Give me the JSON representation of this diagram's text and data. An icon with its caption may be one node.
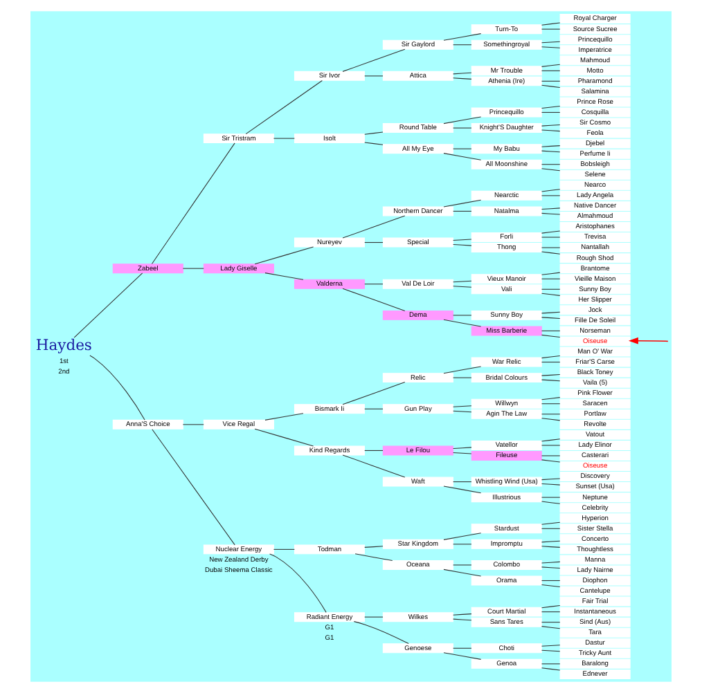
{
  "diagram": {
    "nodes": [
      {
        "text": [
          "Haydes"
        ]
      },
      {
        "text": [
          "Zabeel"
        ]
      },
      {
        "text": [
          "Anna'S Choice"
        ]
      },
      {
        "text": [
          "Sir Tristram"
        ]
      },
      {
        "text": [
          "Lady Giselle"
        ]
      },
      {
        "text": [
          "Vice Regal"
        ]
      },
      {
        "text": [
          "Nuclear Energy"
        ]
      },
      {
        "text": [
          "Sir Ivor"
        ]
      },
      {
        "text": [
          "Isolt"
        ]
      },
      {
        "text": [
          "Nureyev"
        ]
      },
      {
        "text": [
          "Valderna"
        ]
      },
      {
        "text": [
          "Bismark Ii"
        ]
      },
      {
        "text": [
          "Kind Regards"
        ]
      },
      {
        "text": [
          "Todman"
        ]
      },
      {
        "text": [
          "Radiant Energy"
        ]
      },
      {
        "text": [
          "Sir Gaylord"
        ]
      },
      {
        "text": [
          "Attica"
        ]
      },
      {
        "text": [
          "Round Table"
        ]
      },
      {
        "text": [
          "All My Eye"
        ]
      },
      {
        "text": [
          "Northern Dancer"
        ]
      },
      {
        "text": [
          "Special"
        ]
      },
      {
        "text": [
          "Val De Loir"
        ]
      },
      {
        "text": [
          "Dema"
        ]
      },
      {
        "text": [
          "Relic"
        ]
      },
      {
        "text": [
          "Gun Play"
        ]
      },
      {
        "text": [
          "Le Filou"
        ]
      },
      {
        "text": [
          "Waft"
        ]
      },
      {
        "text": [
          "Star Kingdom"
        ]
      },
      {
        "text": [
          "Oceana"
        ]
      },
      {
        "text": [
          "Wilkes"
        ]
      },
      {
        "text": [
          "Genoese"
        ]
      },
      {
        "text": [
          "Turn-To"
        ]
      },
      {
        "text": [
          "Somethingroyal"
        ]
      },
      {
        "text": [
          "Mr Trouble"
        ]
      },
      {
        "text": [
          "Athenia (Ire)"
        ]
      },
      {
        "text": [
          "Princequillo"
        ]
      },
      {
        "text": [
          "Knight'S Daughter"
        ]
      },
      {
        "text": [
          "My Babu"
        ]
      },
      {
        "text": [
          "All Moonshine"
        ]
      },
      {
        "text": [
          "Nearctic"
        ]
      },
      {
        "text": [
          "Natalma"
        ]
      },
      {
        "text": [
          "Forli"
        ]
      },
      {
        "text": [
          "Thong"
        ]
      },
      {
        "text": [
          "Vieux Manoir"
        ]
      },
      {
        "text": [
          "Vali"
        ]
      },
      {
        "text": [
          "Sunny Boy"
        ]
      },
      {
        "text": [
          "Miss Barberie"
        ]
      },
      {
        "text": [
          "War Relic"
        ]
      },
      {
        "text": [
          "Bridal Colours"
        ]
      },
      {
        "text": [
          "Willwyn"
        ]
      },
      {
        "text": [
          "Agin The Law"
        ]
      },
      {
        "text": [
          "Vatellor"
        ]
      },
      {
        "text": [
          "Fileuse"
        ]
      },
      {
        "text": [
          "Whistling Wind (Usa)"
        ]
      },
      {
        "text": [
          "Illustrious"
        ]
      },
      {
        "text": [
          "Stardust"
        ]
      },
      {
        "text": [
          "Impromptu"
        ]
      },
      {
        "text": [
          "Colombo"
        ]
      },
      {
        "text": [
          "Orama"
        ]
      },
      {
        "text": [
          "Court Martial"
        ]
      },
      {
        "text": [
          "Sans Tares"
        ]
      },
      {
        "text": [
          "Choti"
        ]
      },
      {
        "text": [
          "Genoa"
        ]
      },
      {
        "text": [
          "Royal Charger"
        ]
      },
      {
        "text": [
          "Source Sucree"
        ]
      },
      {
        "text": [
          "Princequillo"
        ]
      },
      {
        "text": [
          "Imperatrice"
        ]
      },
      {
        "text": [
          "Mahmoud"
        ]
      },
      {
        "text": [
          "Motto"
        ]
      },
      {
        "text": [
          "Pharamond"
        ]
      },
      {
        "text": [
          "Salamina"
        ]
      },
      {
        "text": [
          "Prince Rose"
        ]
      },
      {
        "text": [
          "Cosquilla"
        ]
      },
      {
        "text": [
          "Sir Cosmo"
        ]
      },
      {
        "text": [
          "Feola"
        ]
      },
      {
        "text": [
          "Djebel"
        ]
      },
      {
        "text": [
          "Perfume Ii"
        ]
      },
      {
        "text": [
          "Bobsleigh"
        ]
      },
      {
        "text": [
          "Selene"
        ]
      },
      {
        "text": [
          "Nearco"
        ]
      },
      {
        "text": [
          "Lady Angela"
        ]
      },
      {
        "text": [
          "Native Dancer"
        ]
      },
      {
        "text": [
          "Almahmoud"
        ]
      },
      {
        "text": [
          "Aristophanes"
        ]
      },
      {
        "text": [
          "Trevisa"
        ]
      },
      {
        "text": [
          "Nantallah"
        ]
      },
      {
        "text": [
          "Rough Shod"
        ]
      },
      {
        "text": [
          "Brantome"
        ]
      },
      {
        "text": [
          "Vieille Maison"
        ]
      },
      {
        "text": [
          "Sunny Boy"
        ]
      },
      {
        "text": [
          "Her Slipper"
        ]
      },
      {
        "text": [
          "Jock"
        ]
      },
      {
        "text": [
          "Fille De Soleil"
        ]
      },
      {
        "text": [
          "Norseman"
        ]
      },
      {
        "text": [
          "Oiseuse"
        ]
      },
      {
        "text": [
          "Man O' War"
        ]
      },
      {
        "text": [
          "Friar'S Carse"
        ]
      },
      {
        "text": [
          "Black Toney"
        ]
      },
      {
        "text": [
          "Vaila (5)"
        ]
      },
      {
        "text": [
          "Pink Flower"
        ]
      },
      {
        "text": [
          "Saracen"
        ]
      },
      {
        "text": [
          "Portlaw"
        ]
      },
      {
        "text": [
          "Revolte"
        ]
      },
      {
        "text": [
          "Vatout"
        ]
      },
      {
        "text": [
          "Lady Elinor"
        ]
      },
      {
        "text": [
          "Casterari"
        ]
      },
      {
        "text": [
          "Oiseuse"
        ]
      },
      {
        "text": [
          "Discovery"
        ]
      },
      {
        "text": [
          "Sunset (Usa)"
        ]
      },
      {
        "text": [
          "Neptune"
        ]
      },
      {
        "text": [
          "Celebrity"
        ]
      },
      {
        "text": [
          "Hyperion"
        ]
      },
      {
        "text": [
          "Sister Stella"
        ]
      },
      {
        "text": [
          "Concerto"
        ]
      },
      {
        "text": [
          "Thoughtless"
        ]
      },
      {
        "text": [
          "Manna"
        ]
      },
      {
        "text": [
          "Lady Nairne"
        ]
      },
      {
        "text": [
          "Diophon"
        ]
      },
      {
        "text": [
          "Cantelupe"
        ]
      },
      {
        "text": [
          "Fair Trial"
        ]
      },
      {
        "text": [
          "Instantaneous"
        ]
      },
      {
        "text": [
          "Sind (Aus)"
        ]
      },
      {
        "text": [
          "Tara"
        ]
      },
      {
        "text": [
          "Dastur"
        ]
      },
      {
        "text": [
          "Tricky Aunt"
        ]
      },
      {
        "text": [
          "Baralong"
        ]
      },
      {
        "text": [
          "Ednever"
        ]
      }
    ],
    "edges": [
      {
        "from": 0,
        "to": 1,
        "arrow": "none"
      },
      {
        "from": 0,
        "to": 2,
        "arrow": "none"
      },
      {
        "from": 1,
        "to": 3,
        "arrow": "none"
      },
      {
        "from": 1,
        "to": 4,
        "arrow": "none"
      },
      {
        "from": 2,
        "to": 5,
        "arrow": "none"
      },
      {
        "from": 2,
        "to": 6,
        "arrow": "none"
      },
      {
        "from": 3,
        "to": 7,
        "arrow": "none"
      },
      {
        "from": 3,
        "to": 8,
        "arrow": "none"
      },
      {
        "from": 4,
        "to": 9,
        "arrow": "none"
      },
      {
        "from": 4,
        "to": 10,
        "arrow": "none"
      },
      {
        "from": 5,
        "to": 11,
        "arrow": "none"
      },
      {
        "from": 5,
        "to": 12,
        "arrow": "none"
      },
      {
        "from": 6,
        "to": 13,
        "arrow": "none"
      },
      {
        "from": 6,
        "to": 14,
        "arrow": "none"
      },
      {
        "from": 7,
        "to": 15,
        "arrow": "none"
      },
      {
        "from": 7,
        "to": 16,
        "arrow": "none"
      },
      {
        "from": 8,
        "to": 17,
        "arrow": "none"
      },
      {
        "from": 8,
        "to": 18,
        "arrow": "none"
      },
      {
        "from": 9,
        "to": 19,
        "arrow": "none"
      },
      {
        "from": 9,
        "to": 20,
        "arrow": "none"
      },
      {
        "from": 10,
        "to": 21,
        "arrow": "none"
      },
      {
        "from": 10,
        "to": 22,
        "arrow": "none"
      },
      {
        "from": 11,
        "to": 23,
        "arrow": "none"
      },
      {
        "from": 11,
        "to": 24,
        "arrow": "none"
      },
      {
        "from": 12,
        "to": 25,
        "arrow": "none"
      },
      {
        "from": 12,
        "to": 26,
        "arrow": "none"
      },
      {
        "from": 13,
        "to": 27,
        "arrow": "none"
      },
      {
        "from": 13,
        "to": 28,
        "arrow": "none"
      },
      {
        "from": 14,
        "to": 29,
        "arrow": "none"
      },
      {
        "from": 14,
        "to": 30,
        "arrow": "none"
      },
      {
        "from": 15,
        "to": 31,
        "arrow": "none"
      },
      {
        "from": 15,
        "to": 32,
        "arrow": "none"
      },
      {
        "from": 16,
        "to": 33,
        "arrow": "none"
      },
      {
        "from": 16,
        "to": 34,
        "arrow": "none"
      },
      {
        "from": 17,
        "to": 35,
        "arrow": "none"
      },
      {
        "from": 17,
        "to": 36,
        "arrow": "none"
      },
      {
        "from": 18,
        "to": 37,
        "arrow": "none"
      },
      {
        "from": 18,
        "to": 38,
        "arrow": "none"
      },
      {
        "from": 19,
        "to": 39,
        "arrow": "none"
      },
      {
        "from": 19,
        "to": 40,
        "arrow": "none"
      },
      {
        "from": 20,
        "to": 41,
        "arrow": "none"
      },
      {
        "from": 20,
        "to": 42,
        "arrow": "none"
      },
      {
        "from": 21,
        "to": 43,
        "arrow": "none"
      },
      {
        "from": 21,
        "to": 44,
        "arrow": "none"
      },
      {
        "from": 22,
        "to": 45,
        "arrow": "none"
      },
      {
        "from": 22,
        "to": 46,
        "arrow": "none"
      },
      {
        "from": 23,
        "to": 47,
        "arrow": "none"
      },
      {
        "from": 23,
        "to": 48,
        "arrow": "none"
      },
      {
        "from": 24,
        "to": 49,
        "arrow": "none"
      },
      {
        "from": 24,
        "to": 50,
        "arrow": "none"
      },
      {
        "from": 25,
        "to": 51,
        "arrow": "none"
      },
      {
        "from": 25,
        "to": 52,
        "arrow": "none"
      },
      {
        "from": 26,
        "to": 53,
        "arrow": "none"
      },
      {
        "from": 26,
        "to": 54,
        "arrow": "none"
      },
      {
        "from": 27,
        "to": 55,
        "arrow": "none"
      },
      {
        "from": 27,
        "to": 56,
        "arrow": "none"
      },
      {
        "from": 28,
        "to": 57,
        "arrow": "none"
      },
      {
        "from": 28,
        "to": 58,
        "arrow": "none"
      },
      {
        "from": 29,
        "to": 59,
        "arrow": "none"
      },
      {
        "from": 29,
        "to": 60,
        "arrow": "none"
      },
      {
        "from": 30,
        "to": 61,
        "arrow": "none"
      },
      {
        "from": 30,
        "to": 62,
        "arrow": "none"
      },
      {
        "from": 31,
        "to": 63,
        "arrow": "none"
      },
      {
        "from": 31,
        "to": 64,
        "arrow": "none"
      },
      {
        "from": 32,
        "to": 65,
        "arrow": "none"
      },
      {
        "from": 32,
        "to": 66,
        "arrow": "none"
      },
      {
        "from": 33,
        "to": 67,
        "arrow": "none"
      },
      {
        "from": 33,
        "to": 68,
        "arrow": "none"
      },
      {
        "from": 34,
        "to": 69,
        "arrow": "none"
      },
      {
        "from": 34,
        "to": 70,
        "arrow": "none"
      },
      {
        "from": 35,
        "to": 71,
        "arrow": "none"
      },
      {
        "from": 35,
        "to": 72,
        "arrow": "none"
      },
      {
        "from": 36,
        "to": 73,
        "arrow": "none"
      },
      {
        "from": 36,
        "to": 74,
        "arrow": "none"
      },
      {
        "from": 37,
        "to": 75,
        "arrow": "none"
      },
      {
        "from": 37,
        "to": 76,
        "arrow": "none"
      },
      {
        "from": 38,
        "to": 77,
        "arrow": "none"
      },
      {
        "from": 38,
        "to": 78,
        "arrow": "none"
      },
      {
        "from": 39,
        "to": 79,
        "arrow": "none"
      },
      {
        "from": 39,
        "to": 80,
        "arrow": "none"
      },
      {
        "from": 40,
        "to": 81,
        "arrow": "none"
      },
      {
        "from": 40,
        "to": 82,
        "arrow": "none"
      },
      {
        "from": 41,
        "to": 83,
        "arrow": "none"
      },
      {
        "from": 41,
        "to": 84,
        "arrow": "none"
      },
      {
        "from": 42,
        "to": 85,
        "arrow": "none"
      },
      {
        "from": 42,
        "to": 86,
        "arrow": "none"
      },
      {
        "from": 43,
        "to": 87,
        "arrow": "none"
      },
      {
        "from": 43,
        "to": 88,
        "arrow": "none"
      },
      {
        "from": 44,
        "to": 89,
        "arrow": "none"
      },
      {
        "from": 44,
        "to": 90,
        "arrow": "none"
      },
      {
        "from": 45,
        "to": 91,
        "arrow": "none"
      },
      {
        "from": 45,
        "to": 92,
        "arrow": "none"
      },
      {
        "from": 46,
        "to": 93,
        "arrow": "none"
      },
      {
        "from": 46,
        "to": 94,
        "arrow": "none"
      },
      {
        "from": 47,
        "to": 95,
        "arrow": "none"
      },
      {
        "from": 47,
        "to": 96,
        "arrow": "none"
      },
      {
        "from": 48,
        "to": 97,
        "arrow": "none"
      },
      {
        "from": 48,
        "to": 98,
        "arrow": "none"
      },
      {
        "from": 49,
        "to": 99,
        "arrow": "none"
      },
      {
        "from": 49,
        "to": 100,
        "arrow": "none"
      },
      {
        "from": 50,
        "to": 101,
        "arrow": "none"
      },
      {
        "from": 50,
        "to": 102,
        "arrow": "none"
      },
      {
        "from": 51,
        "to": 103,
        "arrow": "none"
      },
      {
        "from": 51,
        "to": 104,
        "arrow": "none"
      },
      {
        "from": 52,
        "to": 105,
        "arrow": "none"
      },
      {
        "from": 52,
        "to": 106,
        "arrow": "none"
      },
      {
        "from": 53,
        "to": 107,
        "arrow": "none"
      },
      {
        "from": 53,
        "to": 108,
        "arrow": "none"
      },
      {
        "from": 54,
        "to": 109,
        "arrow": "none"
      },
      {
        "from": 54,
        "to": 110,
        "arrow": "none"
      },
      {
        "from": 55,
        "to": 111,
        "arrow": "none"
      },
      {
        "from": 55,
        "to": 112,
        "arrow": "none"
      },
      {
        "from": 56,
        "to": 113,
        "arrow": "none"
      },
      {
        "from": 56,
        "to": 114,
        "arrow": "none"
      },
      {
        "from": 57,
        "to": 115,
        "arrow": "none"
      },
      {
        "from": 57,
        "to": 116,
        "arrow": "none"
      },
      {
        "from": 58,
        "to": 117,
        "arrow": "none"
      },
      {
        "from": 58,
        "to": 118,
        "arrow": "none"
      },
      {
        "from": 59,
        "to": 119,
        "arrow": "none"
      },
      {
        "from": 59,
        "to": 120,
        "arrow": "none"
      },
      {
        "from": 60,
        "to": 121,
        "arrow": "none"
      },
      {
        "from": 60,
        "to": 122,
        "arrow": "none"
      },
      {
        "from": 61,
        "to": 123,
        "arrow": "none"
      },
      {
        "from": 61,
        "to": 124,
        "arrow": "none"
      },
      {
        "from": 62,
        "to": 125,
        "arrow": "none"
      },
      {
        "from": 62,
        "to": 126,
        "arrow": "none"
      },
      {
        "from": null,
        "to": 94,
        "arrow": "to",
        "color": "#ff0000"
      }
    ],
    "labels": [
      "1st",
      "New Zealand Derby",
      "G1",
      "2nd",
      "Dubai Sheema Classic",
      "G1"
    ]
  }
}
